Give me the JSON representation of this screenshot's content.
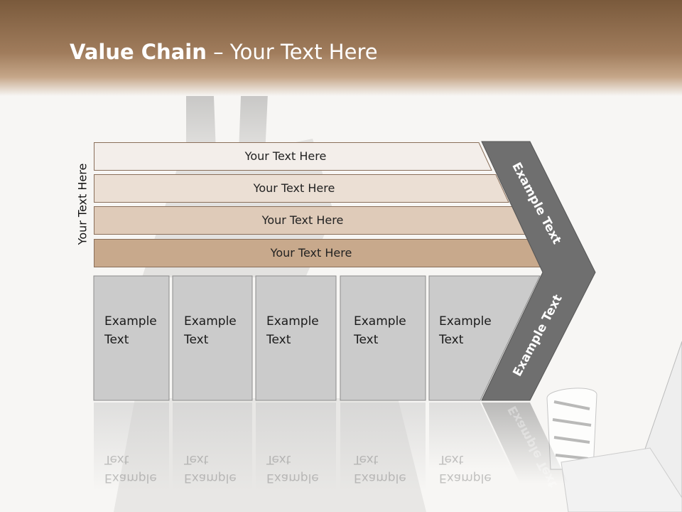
{
  "title": {
    "bold": "Value Chain",
    "rest": " – Your Text Here"
  },
  "side_label": "Your Text Here",
  "bands": [
    {
      "label": "Your Text Here",
      "color": "#f3eeea"
    },
    {
      "label": "Your Text Here",
      "color": "#ebdfd4"
    },
    {
      "label": "Your Text Here",
      "color": "#dfcbb9"
    },
    {
      "label": "Your Text Here",
      "color": "#c8a98c"
    }
  ],
  "columns": [
    {
      "line1": "Example",
      "line2": "Text"
    },
    {
      "line1": "Example",
      "line2": "Text"
    },
    {
      "line1": "Example",
      "line2": "Text"
    },
    {
      "line1": "Example",
      "line2": "Text"
    },
    {
      "line1": "Example",
      "line2": "Text"
    }
  ],
  "chevron": {
    "upper_label": "Example Text",
    "lower_label": "Example Text",
    "color": "#6f6f6f"
  },
  "column_color": "#cbcbcb"
}
